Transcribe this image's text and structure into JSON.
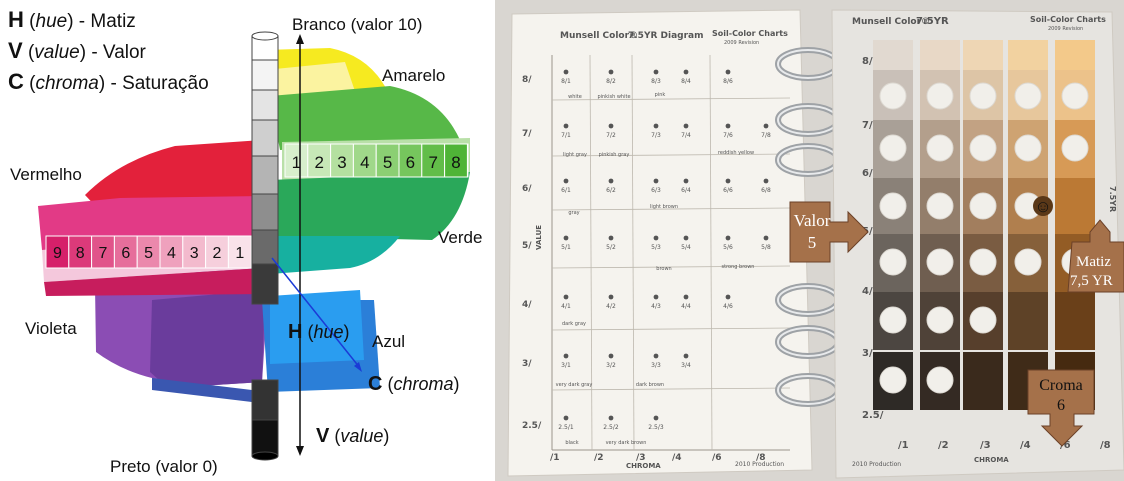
{
  "diagram": {
    "legend": {
      "h_letter": "H",
      "h_term": "hue",
      "h_desc": " - Matiz",
      "v_letter": "V",
      "v_term": "value",
      "v_desc": " - Valor",
      "c_letter": "C",
      "c_term": "chroma",
      "c_desc": " - Saturação"
    },
    "labels": {
      "white": "Branco (valor 10)",
      "black": "Preto (valor 0)",
      "yellow": "Amarelo",
      "red": "Vermelho",
      "green": "Verde",
      "violet": "Violeta",
      "blue": "Azul",
      "hue_axis_letter": "H",
      "hue_axis_term": "hue",
      "chroma_axis_letter": "C",
      "chroma_axis_term": "chroma",
      "value_axis_letter": "V",
      "value_axis_term": "value"
    },
    "green_chroma_numbers": [
      "1",
      "2",
      "3",
      "4",
      "5",
      "6",
      "7",
      "8"
    ],
    "red_chroma_numbers": [
      "9",
      "8",
      "7",
      "6",
      "5",
      "4",
      "3",
      "2",
      "1"
    ],
    "colors": {
      "yellow": "#f2e200",
      "green": "#3bb34a",
      "red": "#e0213a",
      "magenta": "#d4257a",
      "violet": "#8a4fb3",
      "blue": "#2f8fe0"
    }
  },
  "soil_chart": {
    "left_page": {
      "brand": "Munsell Color®",
      "title": "7.5YR Diagram",
      "right_title": "Soil-Color Charts",
      "revision": "2009 Revision",
      "value_rows": [
        "8/",
        "7/",
        "6/",
        "5/",
        "4/",
        "3/",
        "2.5/"
      ],
      "chroma_cols": [
        "/1",
        "/2",
        "/3",
        "/4",
        "/6",
        "/8"
      ],
      "axis_value": "VALUE",
      "axis_chroma": "CHROMA",
      "production": "2010 Production",
      "chips": [
        [
          "8/1",
          "8/2",
          "8/3",
          "8/4",
          "8/6"
        ],
        [
          "7/1",
          "7/2",
          "7/3",
          "7/4",
          "7/6",
          "7/8"
        ],
        [
          "6/1",
          "6/2",
          "6/3",
          "6/4",
          "6/6",
          "6/8"
        ],
        [
          "5/1",
          "5/2",
          "5/3",
          "5/4",
          "5/6",
          "5/8"
        ],
        [
          "4/1",
          "4/2",
          "4/3",
          "4/4",
          "4/6"
        ],
        [
          "3/1",
          "3/2",
          "3/3",
          "3/4"
        ],
        [
          "2.5/1",
          "2.5/2",
          "2.5/3"
        ]
      ],
      "names": [
        "white",
        "pinkish white",
        "pink",
        "light gray",
        "pinkish gray",
        "reddish yellow",
        "gray",
        "light brown",
        "brown",
        "strong brown",
        "dark gray",
        "very dark gray",
        "dark brown",
        "black",
        "very dark brown"
      ]
    },
    "right_page": {
      "brand": "Munsell Color®",
      "title": "7.5YR",
      "right_title": "Soil-Color Charts",
      "revision": "2009 Revision",
      "value_rows": [
        "8/",
        "7/",
        "6/",
        "5/",
        "4/",
        "3/",
        "2.5/"
      ],
      "chroma_cols": [
        "/1",
        "/2",
        "/3",
        "/4",
        "/6",
        "/8"
      ],
      "axis_chroma": "CHROMA",
      "production": "2010 Production",
      "tab_label": "7.5YR"
    },
    "callouts": {
      "valor_label": "Valor",
      "valor_value": "5",
      "matiz_label": "Matiz",
      "matiz_value": "7,5 YR",
      "croma_label": "Croma",
      "croma_value": "6"
    },
    "smiley": "☺",
    "colors": {
      "callout": "#a5714a",
      "page": "#f3f1ec",
      "card": "#e4e2de"
    }
  }
}
